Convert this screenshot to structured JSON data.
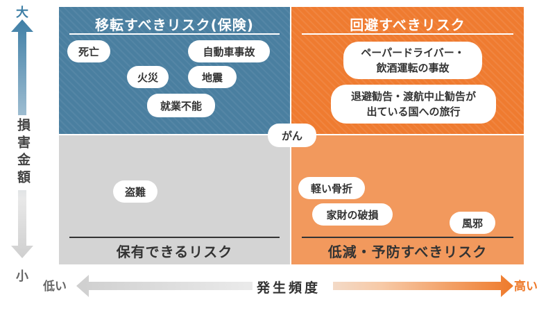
{
  "y_axis": {
    "top": "大",
    "bottom": "小",
    "label": "損害金額"
  },
  "x_axis": {
    "left": "低い",
    "right": "高い",
    "label": "発生頻度"
  },
  "colors": {
    "transfer": "#4a7fa0",
    "avoid": "#ef7b30",
    "retain": "#d4d4d4",
    "reduce": "#f2995d",
    "arrow_blue": "#3f7fa6",
    "arrow_orange": "#ee7a2b",
    "arrow_gray": "#cfcfcf"
  },
  "quadrants": {
    "transfer": {
      "title": "移転すべきリスク(保険)",
      "items": [
        "死亡",
        "自動車事故",
        "火災",
        "地震",
        "就業不能"
      ]
    },
    "avoid": {
      "title": "回避すべきリスク",
      "items": [
        {
          "line1": "ペーパードライバー・",
          "line2": "飲酒運転の事故"
        },
        {
          "line1": "退避勧告・渡航中止勧告が",
          "line2": "出ている国への旅行"
        }
      ]
    },
    "retain": {
      "title": "保有できるリスク",
      "items": [
        "盗難"
      ]
    },
    "reduce": {
      "title": "低減・予防すべきリスク",
      "items": [
        "軽い骨折",
        "家財の破損",
        "風邪"
      ]
    }
  },
  "center_item": "がん"
}
